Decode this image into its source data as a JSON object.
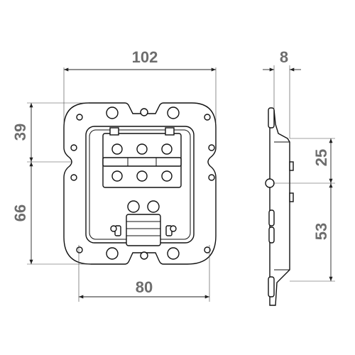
{
  "dimensions": {
    "width_top": "102",
    "depth_side": "8",
    "upper_height": "39",
    "lower_height": "66",
    "base_width": "80",
    "side_upper": "25",
    "side_lower": "53"
  },
  "colors": {
    "dimension_text": "#6d6d6d",
    "line": "#111111",
    "background": "#ffffff"
  }
}
